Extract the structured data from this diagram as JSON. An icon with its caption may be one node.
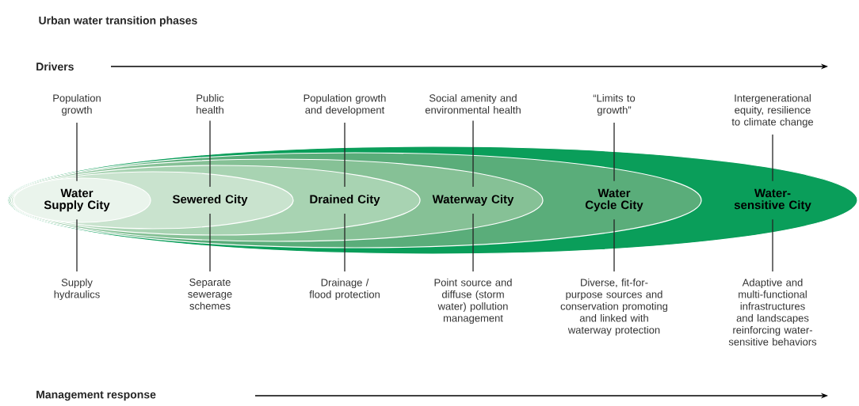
{
  "diagram": {
    "title": "Urban water transition phases",
    "nodes": [
      {
        "text": [
          "Water-sensitive City"
        ]
      },
      {
        "text": [
          "Water Cycle City"
        ],
        "in": 0
      },
      {
        "text": [
          "Waterway City"
        ],
        "in": 1
      },
      {
        "text": [
          "Drained City"
        ],
        "in": 2
      },
      {
        "text": [
          "Sewered City"
        ],
        "in": 3
      },
      {
        "text": [
          "Water Supply City"
        ],
        "in": 4
      },
      {
        "text": [
          "Population growth"
        ]
      },
      {
        "text": [
          "Public health"
        ]
      },
      {
        "text": [
          "Population growth and development"
        ]
      },
      {
        "text": [
          "Social amenity and environmental health"
        ]
      },
      {
        "text": [
          "“Limits to growth”"
        ]
      },
      {
        "text": [
          "Intergenerational equity, resilience to climate change"
        ]
      },
      {
        "text": [
          "Supply hydraulics"
        ]
      },
      {
        "text": [
          "Separate sewerage schemes"
        ]
      },
      {
        "text": [
          "Drainage / flood protection"
        ]
      },
      {
        "text": [
          "Point source and diffuse (storm water) pollution management"
        ]
      },
      {
        "text": [
          "Diverse, fit-for-purpose sources and conservation promoting and linked with waterway protection"
        ]
      },
      {
        "text": [
          "Adaptive and multi-functional infrastructures and landscapes reinforcing water-sensitive behaviors"
        ]
      }
    ],
    "edges": [
      {
        "from": 6,
        "to": 5,
        "arrow": "none"
      },
      {
        "from": 7,
        "to": 4,
        "arrow": "none"
      },
      {
        "from": 8,
        "to": 3,
        "arrow": "none"
      },
      {
        "from": 9,
        "to": 2,
        "arrow": "none"
      },
      {
        "from": 10,
        "to": 1,
        "arrow": "none"
      },
      {
        "from": 11,
        "to": 0,
        "arrow": "none"
      },
      {
        "from": 5,
        "to": 12,
        "arrow": "none"
      },
      {
        "from": 4,
        "to": 13,
        "arrow": "none"
      },
      {
        "from": 3,
        "to": 14,
        "arrow": "none"
      },
      {
        "from": 2,
        "to": 15,
        "arrow": "none"
      },
      {
        "from": 1,
        "to": 16,
        "arrow": "none"
      },
      {
        "from": 0,
        "to": 17,
        "arrow": "none"
      }
    ],
    "labels": [
      "Drivers",
      "Management response"
    ]
  }
}
